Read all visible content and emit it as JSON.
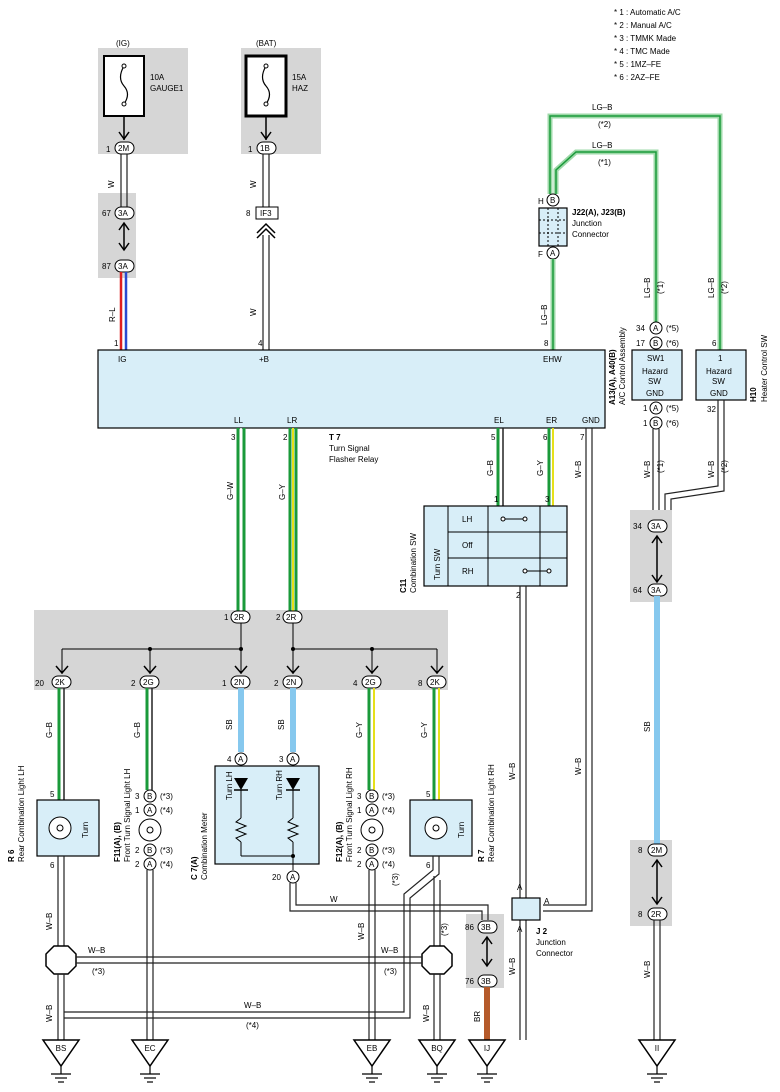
{
  "notes": [
    "* 1 : Automatic A/C",
    "* 2 : Manual A/C",
    "* 3 : TMMK Made",
    "* 4 : TMC Made",
    "* 5 : 1MZ–FE",
    "* 6 : 2AZ–FE"
  ],
  "fuses": {
    "gauge": {
      "source": "(IG)",
      "rating": "10A",
      "name": "GAUGE1",
      "pin": "1",
      "conn": "2M"
    },
    "haz": {
      "source": "(BAT)",
      "rating": "15A",
      "name": "HAZ",
      "pin": "1",
      "conn": "1B"
    }
  },
  "relay": {
    "id": "T 7",
    "name_line1": "Turn Signal",
    "name_line2": "Flasher Relay",
    "pins": {
      "ig": "IG",
      "b": "+B",
      "ehw": "EHW",
      "ll": "LL",
      "lr": "LR",
      "el": "EL",
      "er": "ER",
      "gnd": "GND"
    },
    "side_id": "A13(A), A40(B)",
    "side_name": "A/C Control Assembly"
  },
  "junction_j22": {
    "id": "J22(A), J23(B)",
    "line1": "Junction",
    "line2": "Connector",
    "top": "B",
    "bottom": "A",
    "top_pin": "H",
    "bottom_pin": "F"
  },
  "sw1": {
    "title": "SW1",
    "line1": "Hazard",
    "line2": "SW",
    "gnd": "GND"
  },
  "heater": {
    "title": "1",
    "line1": "Hazard",
    "line2": "SW",
    "gnd": "GND",
    "id": "H10",
    "name": "Heater Control SW"
  },
  "combo_sw": {
    "id": "C11",
    "name": "Combination SW",
    "sub": "Turn SW",
    "rows": [
      "LH",
      "Off",
      "RH"
    ]
  },
  "meter": {
    "id": "C 7(A)",
    "name": "Combination Meter",
    "lh": "Turn LH",
    "rh": "Turn RH"
  },
  "lamps": {
    "r6": {
      "id": "R 6",
      "name": "Rear Combination Light LH",
      "label": "Turn"
    },
    "r7": {
      "id": "R 7",
      "name": "Rear Combination Light RH",
      "label": "Turn"
    },
    "f11": {
      "id": "F11(A), (B)",
      "name": "Front Turn Signal Light LH"
    },
    "f12": {
      "id": "F12(A), (B)",
      "name": "Front Turn Signal Light RH"
    }
  },
  "j2": {
    "id": "J 2",
    "line1": "Junction",
    "line2": "Connector"
  },
  "grounds": [
    "BS",
    "EC",
    "EB",
    "BQ",
    "IJ",
    "II"
  ],
  "wire_labels": {
    "w": "W",
    "rl": "R–L",
    "lgb": "LG–B",
    "gw": "G–W",
    "gy": "G–Y",
    "gb": "G–B",
    "wb": "W–B",
    "sb": "SB",
    "br": "BR"
  },
  "tags": {
    "s1": "(*1)",
    "s2": "(*2)",
    "s3": "(*3)",
    "s4": "(*4)",
    "s5": "(*5)",
    "s6": "(*6)"
  },
  "connectors": {
    "c3a": "3A",
    "c1b": "1B",
    "c2m": "2M",
    "cif3": "IF3",
    "c2r": "2R",
    "c2k": "2K",
    "c2g": "2G",
    "c2n": "2N",
    "c3b": "3B"
  },
  "colors": {
    "green": "#1a9a3a",
    "lightgreen": "#9ed8a8",
    "yellow": "#e6e01a",
    "red": "#e02020",
    "blue": "#2a4ad0",
    "skyblue": "#86c8ee",
    "brown": "#b55a2a",
    "shade": "#d6d6d6",
    "box": "#d8eef8"
  }
}
